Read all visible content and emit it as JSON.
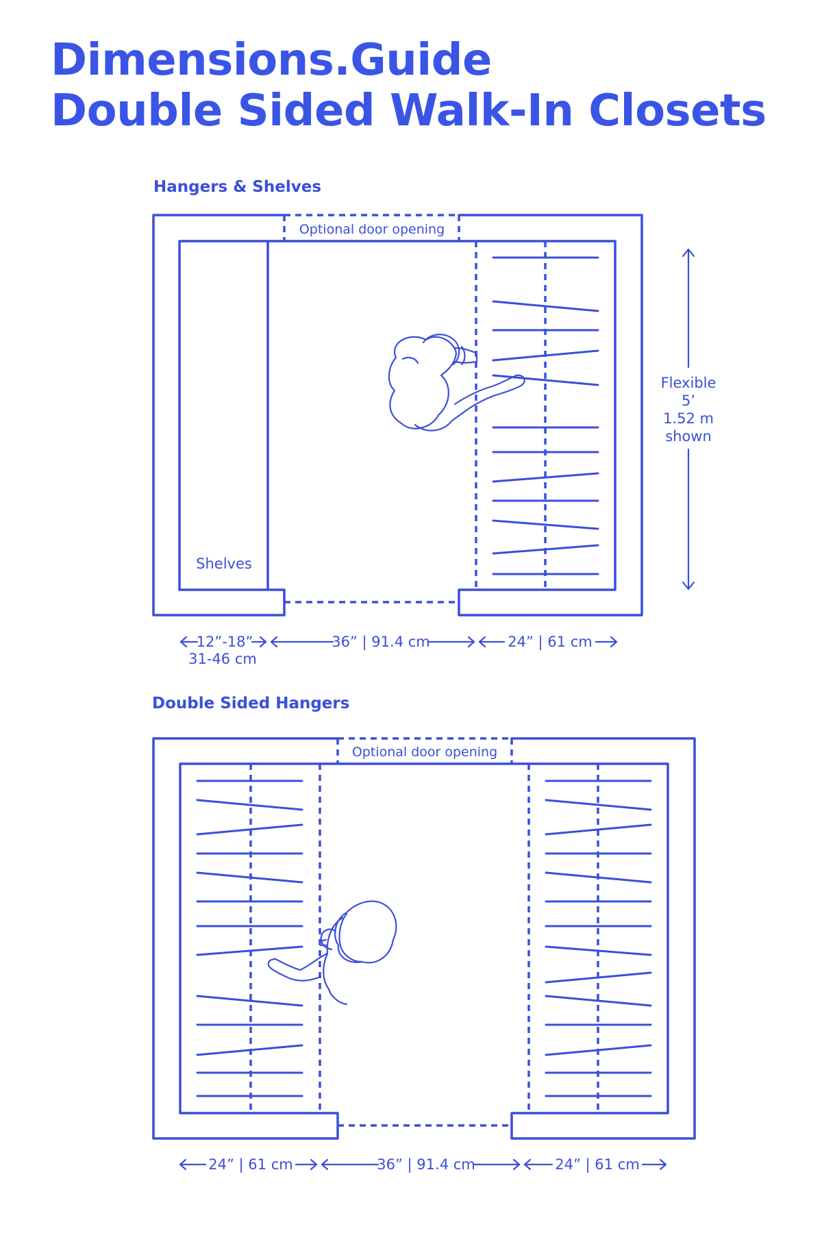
{
  "header": {
    "brand": "Dimensions.Guide",
    "title": "Double Sided Walk-In Closets"
  },
  "diagram1": {
    "label": "Hangers & Shelves",
    "door_label": "Optional door opening",
    "shelves_label": "Shelves",
    "depth_note": [
      "Flexible",
      "5’",
      "1.52 m",
      "shown"
    ],
    "dims": {
      "shelf_width": "12”-18”",
      "shelf_width_metric": "31-46 cm",
      "aisle": "36” | 91.4 cm",
      "hanger_depth": "24” | 61 cm"
    }
  },
  "diagram2": {
    "label": "Double Sided Hangers",
    "door_label": "Optional door opening",
    "dims": {
      "left_hanger": "24” | 61 cm",
      "aisle": "36” | 91.4 cm",
      "right_hanger": "24” | 61 cm"
    }
  },
  "colors": {
    "ink": "#3a4fd8",
    "title": "#3a55e6",
    "background": "#ffffff"
  }
}
